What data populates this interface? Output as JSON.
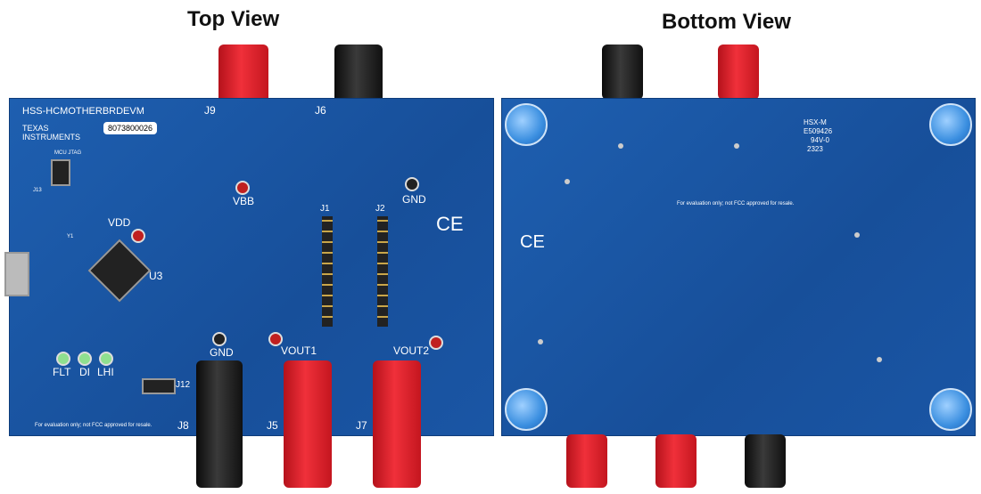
{
  "titles": {
    "top": "Top View",
    "bottom": "Bottom View"
  },
  "top_board": {
    "name": "HSS-HCMOTHERBRDEVM",
    "brand": "TEXAS INSTRUMENTS",
    "serial": "8073800026",
    "jtag": "MCU JTAG",
    "labels": {
      "vbb": "VBB",
      "gnd1": "GND",
      "vdd": "VDD",
      "u3": "U3",
      "gnd2": "GND",
      "vout1": "VOUT1",
      "vout2": "VOUT2",
      "flt": "FLT",
      "di": "DI",
      "lhi": "LHI",
      "j12": "J12",
      "j8": "J8",
      "j5": "J5",
      "j7": "J7",
      "j1": "J1",
      "j2": "J2",
      "j9": "J9",
      "j6": "J6",
      "j13": "J13",
      "y1": "Y1",
      "ce": "CE"
    },
    "disclaimer": "For evaluation only; not FCC approved for resale."
  },
  "bottom_board": {
    "marking": [
      "HSX-M",
      "E509426",
      "94V-0",
      "2323"
    ],
    "disclaimer": "For evaluation only; not FCC approved for resale.",
    "ce": "CE"
  }
}
